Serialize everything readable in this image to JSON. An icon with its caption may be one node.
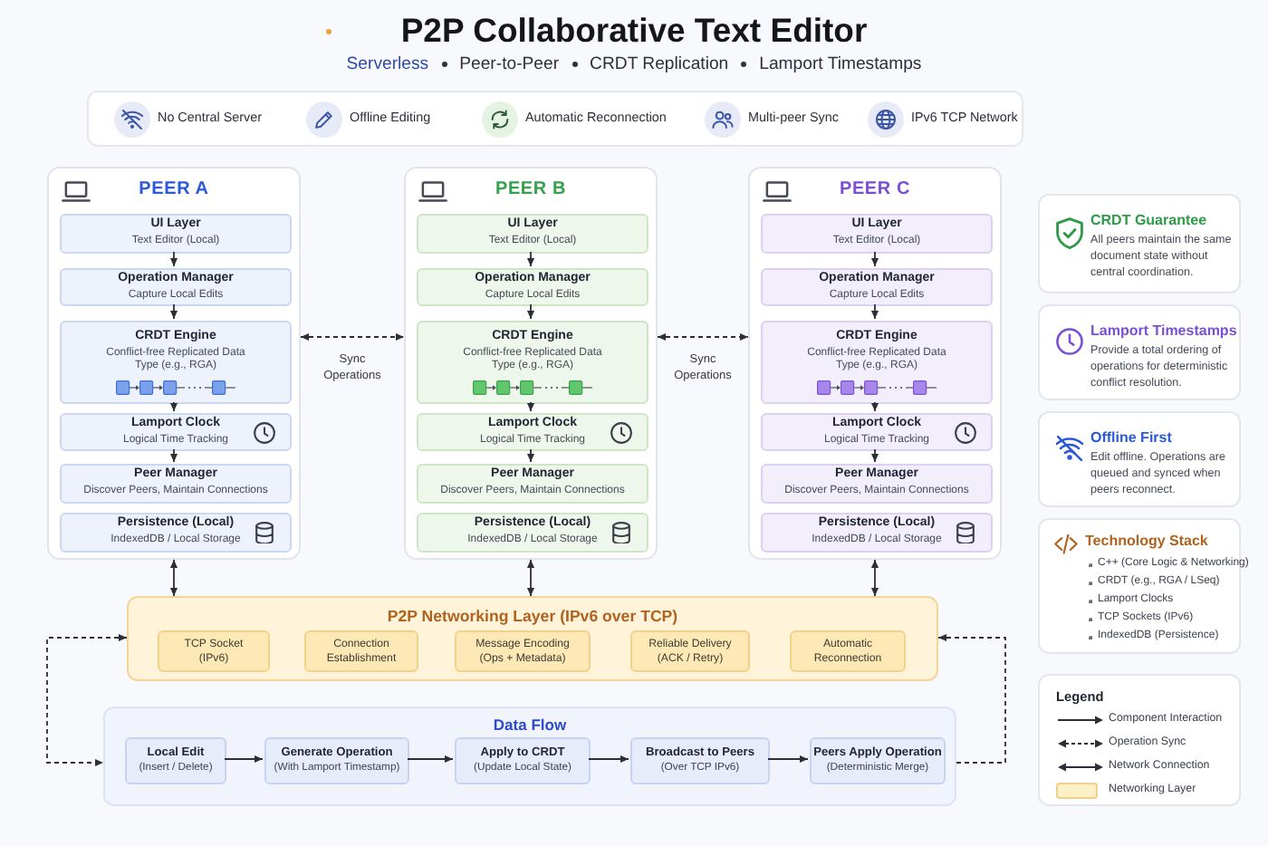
{
  "diagram": {
    "title": "P2P Collaborative Text Editor",
    "nodes": [
      {
        "text": [
          "No Central Server",
          "Offline Editing",
          "Automatic Reconnection",
          "Multi-peer Sync",
          "IPv6 TCP Network"
        ]
      },
      {
        "text": [
          "PEER A"
        ]
      },
      {
        "text": [
          "UI Layer",
          "Text Editor (Local)"
        ],
        "in": 1
      },
      {
        "text": [
          "Operation Manager",
          "Capture Local Edits"
        ],
        "in": 1
      },
      {
        "text": [
          "CRDT Engine",
          "Conflict-free Replicated Data Type (e.g., RGA)"
        ],
        "in": 1
      },
      {
        "text": [
          "Lamport Clock",
          "Logical Time Tracking"
        ],
        "in": 1
      },
      {
        "text": [
          "Peer Manager",
          "Discover Peers, Maintain Connections"
        ],
        "in": 1
      },
      {
        "text": [
          "Persistence (Local)",
          "IndexedDB / Local Storage"
        ],
        "in": 1
      },
      {
        "text": [
          "PEER B"
        ]
      },
      {
        "text": [
          "UI Layer",
          "Text Editor (Local)"
        ],
        "in": 8
      },
      {
        "text": [
          "Operation Manager",
          "Capture Local Edits"
        ],
        "in": 8
      },
      {
        "text": [
          "CRDT Engine",
          "Conflict-free Replicated Data Type (e.g., RGA)"
        ],
        "in": 8
      },
      {
        "text": [
          "Lamport Clock",
          "Logical Time Tracking"
        ],
        "in": 8
      },
      {
        "text": [
          "Peer Manager",
          "Discover Peers, Maintain Connections"
        ],
        "in": 8
      },
      {
        "text": [
          "Persistence (Local)",
          "IndexedDB / Local Storage"
        ],
        "in": 8
      },
      {
        "text": [
          "PEER C"
        ]
      },
      {
        "text": [
          "UI Layer",
          "Text Editor (Local)"
        ],
        "in": 15
      },
      {
        "text": [
          "Operation Manager",
          "Capture Local Edits"
        ],
        "in": 15
      },
      {
        "text": [
          "CRDT Engine",
          "Conflict-free Replicated Data Type (e.g., RGA)"
        ],
        "in": 15
      },
      {
        "text": [
          "Lamport Clock",
          "Logical Time Tracking"
        ],
        "in": 15
      },
      {
        "text": [
          "Peer Manager",
          "Discover Peers, Maintain Connections"
        ],
        "in": 15
      },
      {
        "text": [
          "Persistence (Local)",
          "IndexedDB / Local Storage"
        ],
        "in": 15
      },
      {
        "text": [
          "CRDT Guarantee",
          "All peers maintain the same document state without central coordination."
        ]
      },
      {
        "text": [
          "Lamport Timestamps",
          "Provide a total ordering of operations for deterministic conflict resolution."
        ]
      },
      {
        "text": [
          "Offline First",
          "Edit offline. Operations are queued and synced when peers reconnect."
        ]
      },
      {
        "text": [
          "Technology Stack",
          "C++ (Core Logic & Networking)",
          "CRDT (e.g., RGA / LSeq)",
          "Lamport Clocks",
          "TCP Sockets (IPv6)",
          "IndexedDB (Persistence)"
        ]
      },
      {
        "text": [
          "P2P Networking Layer (IPv6 over TCP)"
        ]
      },
      {
        "text": [
          "TCP Socket",
          "(IPv6)"
        ],
        "in": 26
      },
      {
        "text": [
          "Connection Establishment"
        ],
        "in": 26
      },
      {
        "text": [
          "Message Encoding",
          "(Ops + Metadata)"
        ],
        "in": 26
      },
      {
        "text": [
          "Reliable Delivery",
          "(ACK / Retry)"
        ],
        "in": 26
      },
      {
        "text": [
          "Automatic Reconnection"
        ],
        "in": 26
      },
      {
        "text": [
          "Data Flow"
        ]
      },
      {
        "text": [
          "Local Edit",
          "(Insert / Delete)"
        ],
        "in": 32
      },
      {
        "text": [
          "Generate Operation",
          "(With Lamport Timestamp)"
        ],
        "in": 32
      },
      {
        "text": [
          "Apply to CRDT",
          "(Update Local State)"
        ],
        "in": 32
      },
      {
        "text": [
          "Broadcast to Peers",
          "(Over TCP IPv6)"
        ],
        "in": 32
      },
      {
        "text": [
          "Peers Apply Operation",
          "(Deterministic Merge)"
        ],
        "in": 32
      }
    ],
    "edges": [
      {
        "from": 2,
        "to": 3,
        "arrow": "to"
      },
      {
        "from": 3,
        "to": 4,
        "arrow": "to"
      },
      {
        "from": 4,
        "to": 5,
        "arrow": "to"
      },
      {
        "from": 5,
        "to": 6,
        "arrow": "to"
      },
      {
        "from": 9,
        "to": 10,
        "arrow": "to"
      },
      {
        "from": 10,
        "to": 11,
        "arrow": "to"
      },
      {
        "from": 11,
        "to": 12,
        "arrow": "to"
      },
      {
        "from": 12,
        "to": 13,
        "arrow": "to"
      },
      {
        "from": 16,
        "to": 17,
        "arrow": "to"
      },
      {
        "from": 17,
        "to": 18,
        "arrow": "to"
      },
      {
        "from": 18,
        "to": 19,
        "arrow": "to"
      },
      {
        "from": 19,
        "to": 20,
        "arrow": "to"
      },
      {
        "from": 1,
        "to": 8,
        "arrow": "both",
        "style": "dashed",
        "label": "Sync Operations"
      },
      {
        "from": 8,
        "to": 15,
        "arrow": "both",
        "style": "dashed",
        "label": "Sync Operations"
      },
      {
        "from": 1,
        "to": 26,
        "arrow": "both"
      },
      {
        "from": 8,
        "to": 26,
        "arrow": "both"
      },
      {
        "from": 15,
        "to": 26,
        "arrow": "both"
      },
      {
        "from": 26,
        "to": 32,
        "arrow": "both",
        "style": "dashed"
      },
      {
        "from": 32,
        "to": 26,
        "arrow": "to",
        "style": "dashed"
      },
      {
        "from": 33,
        "to": 34,
        "arrow": "to"
      },
      {
        "from": 34,
        "to": 35,
        "arrow": "to"
      },
      {
        "from": 35,
        "to": 36,
        "arrow": "to"
      },
      {
        "from": 36,
        "to": 37,
        "arrow": "to"
      }
    ],
    "labels": [
      "Serverless",
      "Peer-to-Peer",
      "CRDT Replication",
      "Lamport Timestamps",
      "Legend"
    ],
    "legend": [
      {
        "text": "Component Interaction"
      },
      {
        "text": "Operation Sync"
      },
      {
        "text": "Network Connection"
      },
      {
        "text": "Networking Layer",
        "color": "#fdefc6"
      }
    ]
  }
}
